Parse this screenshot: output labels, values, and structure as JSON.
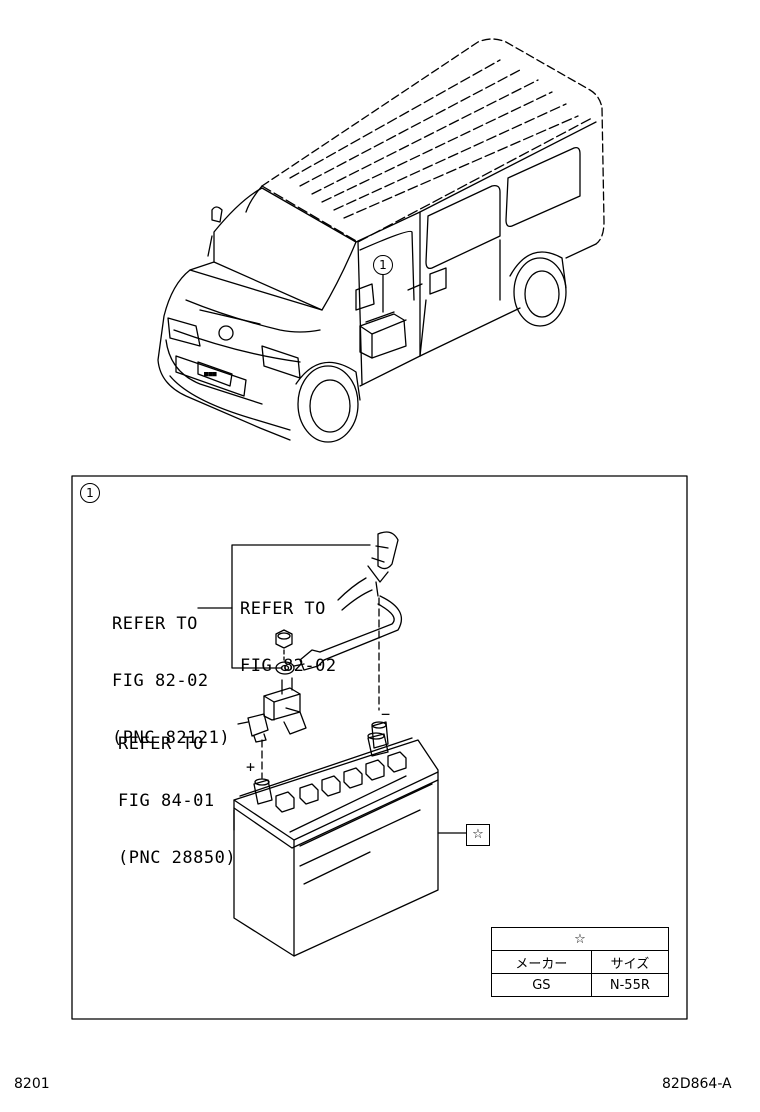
{
  "callout": {
    "number": "1"
  },
  "labels": {
    "refer_82_02_a": [
      "REFER TO",
      "FIG 82-02",
      "(PNC 82121)"
    ],
    "refer_82_02_b": [
      "REFER TO",
      "FIG 82-02"
    ],
    "refer_84_01": [
      "REFER TO",
      "FIG 84-01",
      "(PNC 28850)"
    ]
  },
  "terminals": {
    "positive": "+",
    "negative": "−"
  },
  "star_marker": "☆",
  "spec_table": {
    "header": "☆",
    "columns": [
      "メーカー",
      "サイズ"
    ],
    "rows": [
      [
        "GS",
        "N-55R"
      ]
    ]
  },
  "footer": {
    "left": "8201",
    "right": "82D864-A"
  }
}
